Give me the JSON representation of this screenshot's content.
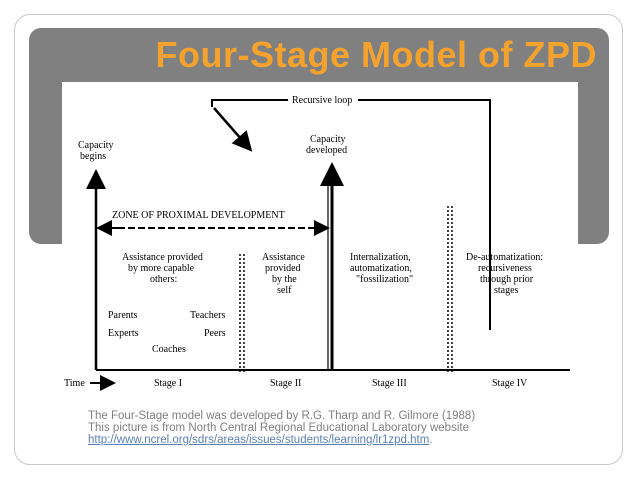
{
  "slide": {
    "title": "Four-Stage Model of ZPD",
    "colors": {
      "title": "#f4a22e",
      "band": "#808080",
      "caption": "#7f7f7f",
      "link": "#5b7fb5"
    }
  },
  "diagram": {
    "recursive_loop": "Recursive loop",
    "capacity_begins": [
      "Capacity",
      "begins"
    ],
    "capacity_developed": [
      "Capacity",
      "developed"
    ],
    "zpd": "ZONE OF PROXIMAL DEVELOPMENT",
    "stage1_desc": [
      "Assistance provided",
      "by more capable",
      "others:"
    ],
    "helpers": {
      "parents": "Parents",
      "teachers": "Teachers",
      "experts": "Experts",
      "peers": "Peers",
      "coaches": "Coaches"
    },
    "stage2_desc": [
      "Assistance",
      "provided",
      "by the",
      "self"
    ],
    "stage3_desc": [
      "Internalization,",
      "automatization,",
      "\"fossilization\""
    ],
    "stage4_desc": [
      "De-automatization:",
      "recursiveness",
      "through prior",
      "stages"
    ],
    "time": "Time",
    "stages": [
      "Stage I",
      "Stage II",
      "Stage III",
      "Stage IV"
    ]
  },
  "caption": {
    "line1": "The Four-Stage model was developed by R.G. Tharp and R. Gilmore (1988)",
    "line2": "This picture is from North Central Regional Educational Laboratory website",
    "link": "http://www.ncrel.org/sdrs/areas/issues/students/learning/lr1zpd.htm",
    "end": "."
  }
}
